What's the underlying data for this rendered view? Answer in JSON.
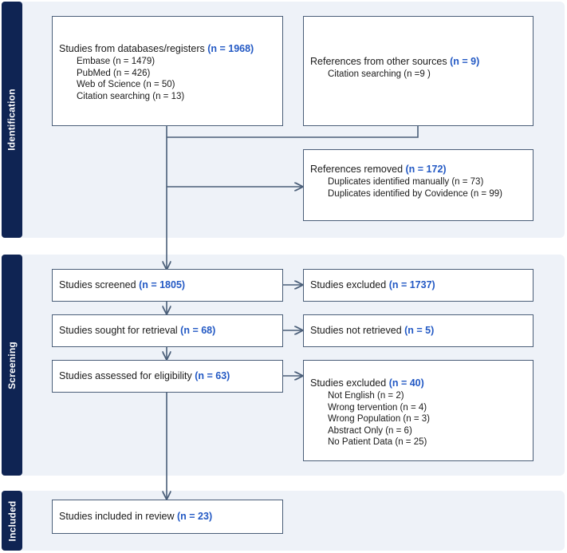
{
  "sections": {
    "identification": "Identification",
    "screening": "Screening",
    "included": "Included"
  },
  "boxes": {
    "databases": {
      "title": "Studies from databases/registers ",
      "count": "(n = 1968)",
      "items": [
        "Embase (n = 1479)",
        "PubMed (n = 426)",
        "Web of Science (n = 50)",
        "Citation searching (n = 13)"
      ]
    },
    "other_sources": {
      "title": "References from other sources ",
      "count": "(n = 9)",
      "items": [
        "Citation searching (n =9 )"
      ]
    },
    "removed": {
      "title": "References removed ",
      "count": "(n = 172)",
      "items": [
        "Duplicates identified manually (n = 73)",
        "Duplicates identified by Covidence (n = 99)"
      ]
    },
    "screened": {
      "title": "Studies screened ",
      "count": "(n = 1805)"
    },
    "excluded_screen": {
      "title": "Studies excluded ",
      "count": "(n = 1737)"
    },
    "sought": {
      "title": "Studies sought for retrieval ",
      "count": "(n = 68)"
    },
    "not_retrieved": {
      "title": "Studies not retrieved ",
      "count": "(n = 5)"
    },
    "assessed": {
      "title": "Studies assessed for eligibility ",
      "count": "(n = 63)"
    },
    "excluded_eligibility": {
      "title": "Studies excluded ",
      "count": "(n = 40)",
      "items": [
        "Not English (n = 2)",
        "Wrong tervention (n = 4)",
        "Wrong Population (n = 3)",
        "Abstract Only (n = 6)",
        "No Patient Data (n = 25)"
      ]
    },
    "included_review": {
      "title": "Studies included in review ",
      "count": "(n = 23)"
    }
  },
  "colors": {
    "section_bar": "#0f2453",
    "band": "#eef2f8",
    "count_text": "#2359c4",
    "line": "#4a5e78"
  }
}
